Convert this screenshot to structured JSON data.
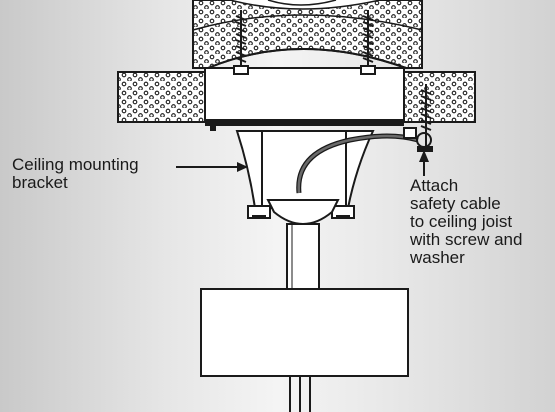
{
  "labels": {
    "bracket": [
      "Ceiling mounting",
      "bracket"
    ],
    "cable": [
      "Attach",
      "safety cable",
      "to ceiling joist",
      "with screw and",
      "washer"
    ]
  },
  "colors": {
    "line": "#1a1a1a",
    "fill": "#ffffff",
    "dots": "#1a1a1a",
    "cable": "#666666"
  }
}
